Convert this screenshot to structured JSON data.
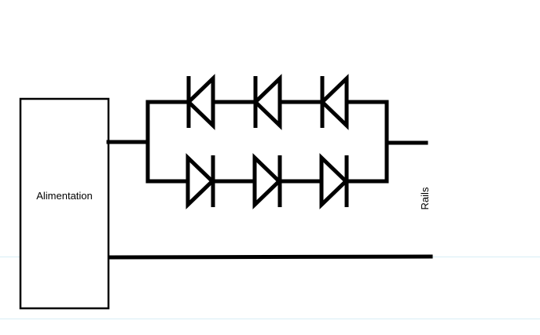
{
  "diagram": {
    "power_supply_label": "Alimentation",
    "rails_label": "Rails",
    "top_branch": {
      "diode_count": 3,
      "direction": "left"
    },
    "bottom_branch": {
      "diode_count": 3,
      "direction": "right"
    }
  }
}
